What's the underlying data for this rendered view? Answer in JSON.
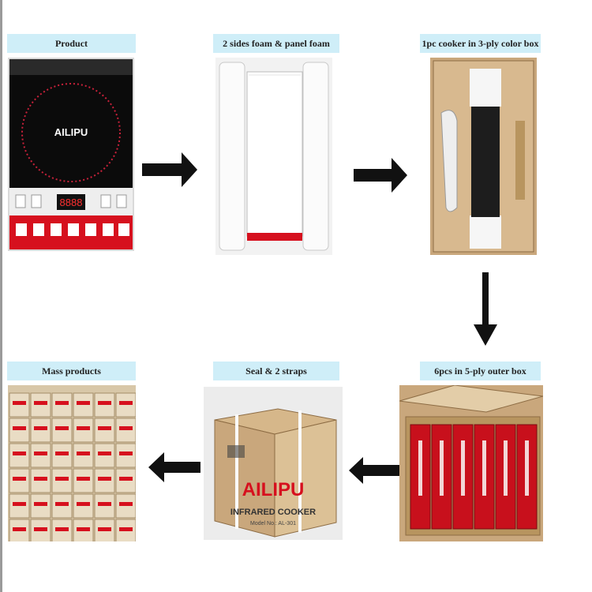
{
  "steps": [
    {
      "label": "Product"
    },
    {
      "label": "2 sides foam & panel foam"
    },
    {
      "label": "1pc cooker in 3-ply color box"
    },
    {
      "label": "6pcs in 5-ply outer box"
    },
    {
      "label": "Seal & 2 straps"
    },
    {
      "label": "Mass products"
    }
  ],
  "product": {
    "brand": "AILIPU",
    "display_digits": "8888"
  },
  "carton": {
    "brand": "AILIPU",
    "product_name": "INFRARED COOKER",
    "model_text": "Model No.: AL-301"
  },
  "colors": {
    "label_bg": "#cfeef8",
    "arrow": "#111111",
    "brand_red": "#d6101e",
    "cardboard": "#c9a77c"
  },
  "icons": [
    "arrow-right-icon",
    "arrow-down-icon",
    "arrow-left-icon"
  ]
}
